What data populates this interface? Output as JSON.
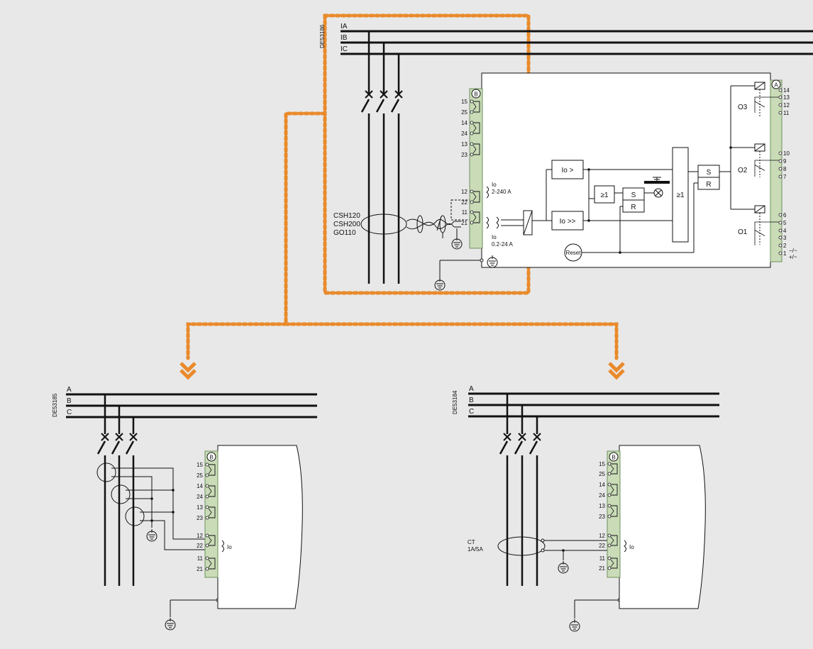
{
  "colors": {
    "background": "#e8e8e8",
    "terminal_strip": "#c9dcb7",
    "terminal_border": "#6e8f5f",
    "dotted_path": "#e98a2b",
    "wire": "#111111"
  },
  "top_diagram": {
    "code": "DE53186",
    "phases": [
      "IA",
      "IB",
      "IC"
    ],
    "connector_b": "B",
    "connector_a": "A",
    "terminals_b": [
      "15",
      "25",
      "14",
      "24",
      "13",
      "23",
      "12",
      "22",
      "11",
      "21"
    ],
    "terminals_a": [
      "14",
      "13",
      "12",
      "11",
      "10",
      "9",
      "8",
      "7",
      "6",
      "5",
      "4",
      "3",
      "2",
      "1"
    ],
    "sensor_labels": [
      "CSH120",
      "CSH200",
      "GO110"
    ],
    "io_high_label": "Io",
    "io_high_range": "2-240 A",
    "io_low_label": "Io",
    "io_low_range": "0.2-24 A",
    "block_io_gt": "Io >",
    "block_io_gtgt": "Io >>",
    "gate_or_small": "≥1",
    "gate_or_big": "≥1",
    "latch_s": "S",
    "latch_r": "R",
    "latch2_s": "S",
    "latch2_r": "R",
    "reset_label": "Reset",
    "outputs": [
      "O3",
      "O2",
      "O1"
    ],
    "supply_minus": "−/~",
    "supply_plus": "+/~"
  },
  "bottom_left": {
    "code": "DE53185",
    "phases": [
      "A",
      "B",
      "C"
    ],
    "connector_b": "B",
    "terminals_b": [
      "15",
      "25",
      "14",
      "24",
      "13",
      "23",
      "12",
      "22",
      "11",
      "21"
    ],
    "io_label": "Io"
  },
  "bottom_right": {
    "code": "DE53184",
    "phases": [
      "A",
      "B",
      "C"
    ],
    "connector_b": "B",
    "terminals_b": [
      "15",
      "25",
      "14",
      "24",
      "13",
      "23",
      "12",
      "22",
      "11",
      "21"
    ],
    "io_label": "Io",
    "ct_label": "CT",
    "ct_rating": "1A/5A"
  }
}
